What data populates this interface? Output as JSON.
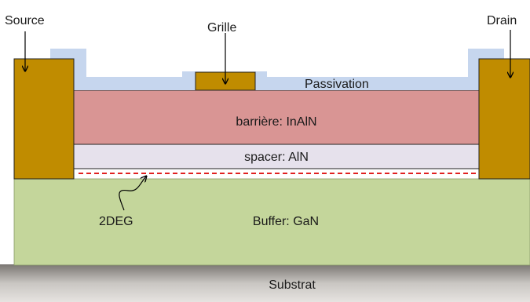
{
  "diagram": {
    "labels": {
      "source": "Source",
      "gate": "Grille",
      "drain": "Drain",
      "passivation": "Passivation",
      "barrier": "barrière: InAlN",
      "spacer": "spacer: AlN",
      "twodeg": "2DEG",
      "buffer": "Buffer: GaN",
      "substrate": "Substrat"
    },
    "colors": {
      "contact_metal": "#c08c00",
      "passivation": "#c6d6ee",
      "barrier": "#d99594",
      "spacer": "#e6e1ec",
      "buffer": "#c4d69b",
      "substrate_light": "#e6e3e0",
      "substrate_dark": "#7a7672",
      "twodeg_line": "#e02020"
    }
  }
}
